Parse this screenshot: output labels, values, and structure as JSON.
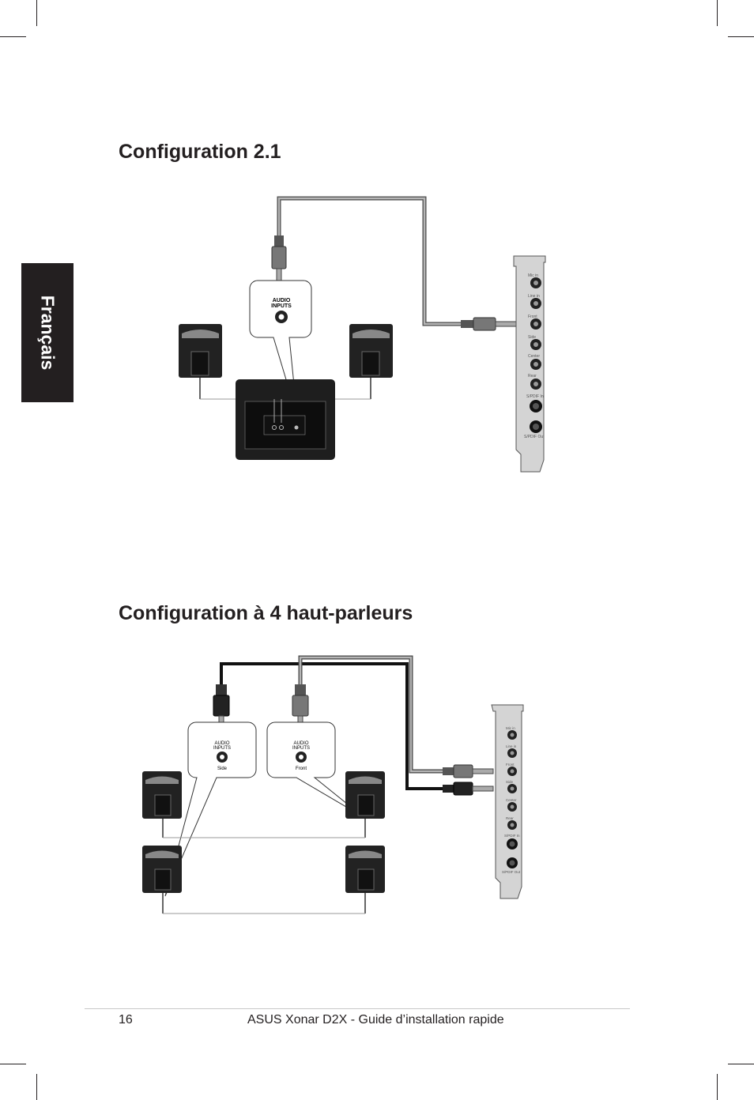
{
  "sidebar": {
    "language": "Français"
  },
  "section1": {
    "heading": "Configuration 2.1",
    "diagram": {
      "callout_label_line1": "AUDIO",
      "callout_label_line2": "INPUTS"
    }
  },
  "section2": {
    "heading": "Configuration à 4 haut-parleurs",
    "diagram": {
      "callout_left_line1": "AUDIO",
      "callout_left_line2": "INPUTS",
      "callout_left_name": "Side",
      "callout_right_line1": "AUDIO",
      "callout_right_line2": "INPUTS",
      "callout_right_name": "Front"
    }
  },
  "card_ports": [
    "Mic in",
    "Line in",
    "Front",
    "Side",
    "Center",
    "Rear",
    "S/PDIF In",
    "S/PDIF Out"
  ],
  "footer": {
    "page_number": "16",
    "title": "ASUS Xonar D2X - Guide d’installation rapide"
  }
}
